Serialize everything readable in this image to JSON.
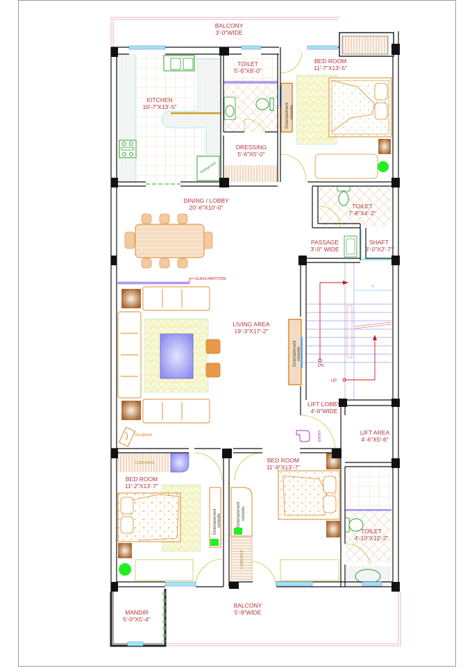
{
  "plan": {
    "colors": {
      "wall": "#111111",
      "label": "#b5343a",
      "balcony_rail": "#e8b4c4",
      "window_glass": "#9be8f0",
      "window_frame": "#9b7fe0",
      "door_swing": "#c8c840",
      "furniture": "#d98a2a",
      "fixture": "#2aa02a",
      "stair_line": "#9b9bef",
      "stair_arrow": "#cc1a1a",
      "entry_hand": "#b030c8",
      "center_table": "#9a9af5",
      "rug": "#f0f0b8",
      "plant": "#22ee22"
    },
    "rooms": [
      {
        "id": "balcony-north",
        "name": "BALCONY",
        "size": "3'-0\"WIDE"
      },
      {
        "id": "kitchen",
        "name": "KITCHEN",
        "size": "10'-7\"X13'-5\""
      },
      {
        "id": "toilet-1",
        "name": "TOILET",
        "size": "5'-6\"X8'-0\""
      },
      {
        "id": "dressing",
        "name": "DRESSING",
        "size": "5'-6\"X5'-0\""
      },
      {
        "id": "bedroom-1",
        "name": "BED ROOM",
        "size": "11'-7\"X13'-5\""
      },
      {
        "id": "dining-lobby",
        "name": "DINING / LOBBY",
        "size": "20'-6\"X10'-0\""
      },
      {
        "id": "toilet-2",
        "name": "TOILET",
        "size": "7'-8\"X4'-2\""
      },
      {
        "id": "passage",
        "name": "PASSAGE",
        "size": "3'-0\" WIDE"
      },
      {
        "id": "shaft",
        "name": "SHAFT",
        "size": "3'-0\"X2'-7\""
      },
      {
        "id": "living-area",
        "name": "LIVING AREA",
        "size": "19'-3\"X17'-2\""
      },
      {
        "id": "lift-lobby",
        "name": "LIFT LOBBY",
        "size": "4'-0\"WIDE"
      },
      {
        "id": "lift-area",
        "name": "LIFT AREA",
        "size": "4'-6\"X5'-6\""
      },
      {
        "id": "bedroom-2",
        "name": "BED ROOM",
        "size": "11'-2\"X13'-7\""
      },
      {
        "id": "bedroom-3",
        "name": "BED ROOM",
        "size": "11'-9\"X13'-7\""
      },
      {
        "id": "toilet-3",
        "name": "TOILET",
        "size": "4'-10\"X12'-2\""
      },
      {
        "id": "mandir",
        "name": "MANDIR",
        "size": "5'-0\"X5'-4\""
      },
      {
        "id": "balcony-south",
        "name": "BALCONY",
        "size": "5'-9\"WIDE"
      }
    ],
    "annotations": {
      "glass_partition": "GLASS PARTITION",
      "sculpture": "Sculpture",
      "entry": "ENTRY",
      "stair_down": "DN",
      "stair_up": "UP",
      "stair_width": "4'",
      "refrigerator": "Refrigerator",
      "cupboard": "CUBBOARD",
      "entertainment_line1": "Entertainment",
      "entertainment_line2": "console"
    }
  }
}
